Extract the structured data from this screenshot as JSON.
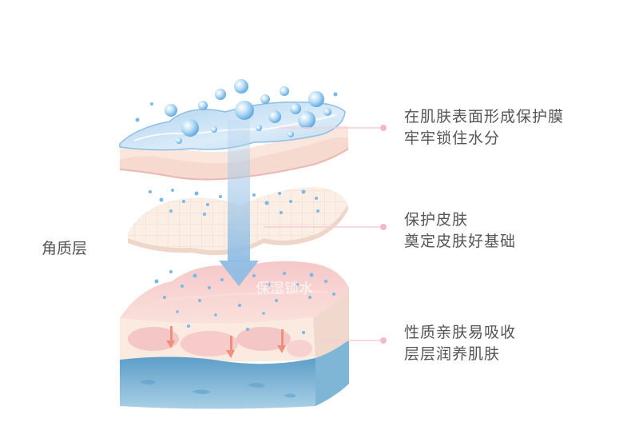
{
  "side_label": "角质层",
  "callouts": [
    {
      "line1": "在肌肤表面形成保护膜",
      "line2": "牢牢锁住水分"
    },
    {
      "line1": "保护皮肤",
      "line2": "奠定皮肤好基础"
    },
    {
      "line1": "性质亲肤易吸收",
      "line2": "层层润养肌肤"
    }
  ],
  "watermark": "保湿锁水",
  "colors": {
    "text": "#555555",
    "pointer_dot": "#f4b8c8",
    "pointer_line": "#f6cdd8",
    "water_droplet": "#7ab8e6",
    "base_blue": "#7fb6d6",
    "skin_pink": "#f7d4d2",
    "membrane_blue": "#c3def3"
  }
}
